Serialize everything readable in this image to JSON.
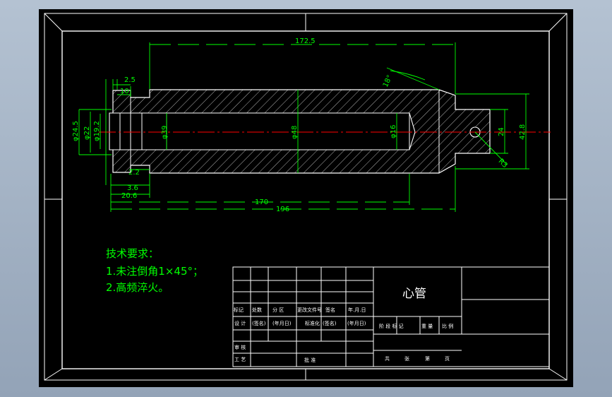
{
  "colors": {
    "background": "#000000",
    "frame": "#ffffff",
    "dimension": "#00ff00",
    "centerline": "#ff0000",
    "hatch": "#ffffff",
    "outer_bg": "#a7b6c8"
  },
  "dimensions": {
    "overall_upper": "172.5",
    "d_2_5": "2.5",
    "d_10": "10",
    "angle_18": "18°",
    "phi_24_5": "φ24.5",
    "phi_22": "φ22",
    "phi_19_2": "φ19.2",
    "phi_39": "φ39",
    "phi_48": "φ48",
    "phi_16": "φ16",
    "d_24": "24",
    "d_42_8": "42.8",
    "r3": "R3",
    "d_2_2": "2.2",
    "d_3_6": "3.6",
    "d_20_6": "20.6",
    "d_170": "170",
    "d_196": "196"
  },
  "notes": {
    "title": "技术要求：",
    "line1": "1.未注倒角1×45°；",
    "line2": "2.高频淬火。"
  },
  "title_block": {
    "part_name": "心管",
    "mark": "标记",
    "count": "处数",
    "zone": "分 区",
    "change_doc": "更改文件号",
    "sign": "签名",
    "date": "年.月.日",
    "design": "设 计",
    "sign_paren": "(签名)",
    "date_paren": "(年月日)",
    "standardize": "标准化",
    "stage_mark": "阶 段 标 记",
    "weight": "重 量",
    "scale": "比 例",
    "review": "审 核",
    "process": "工 艺",
    "approve": "批 准",
    "total_sheets": "共",
    "sheet_of": "张",
    "sheet_num": "第",
    "page": "页"
  }
}
